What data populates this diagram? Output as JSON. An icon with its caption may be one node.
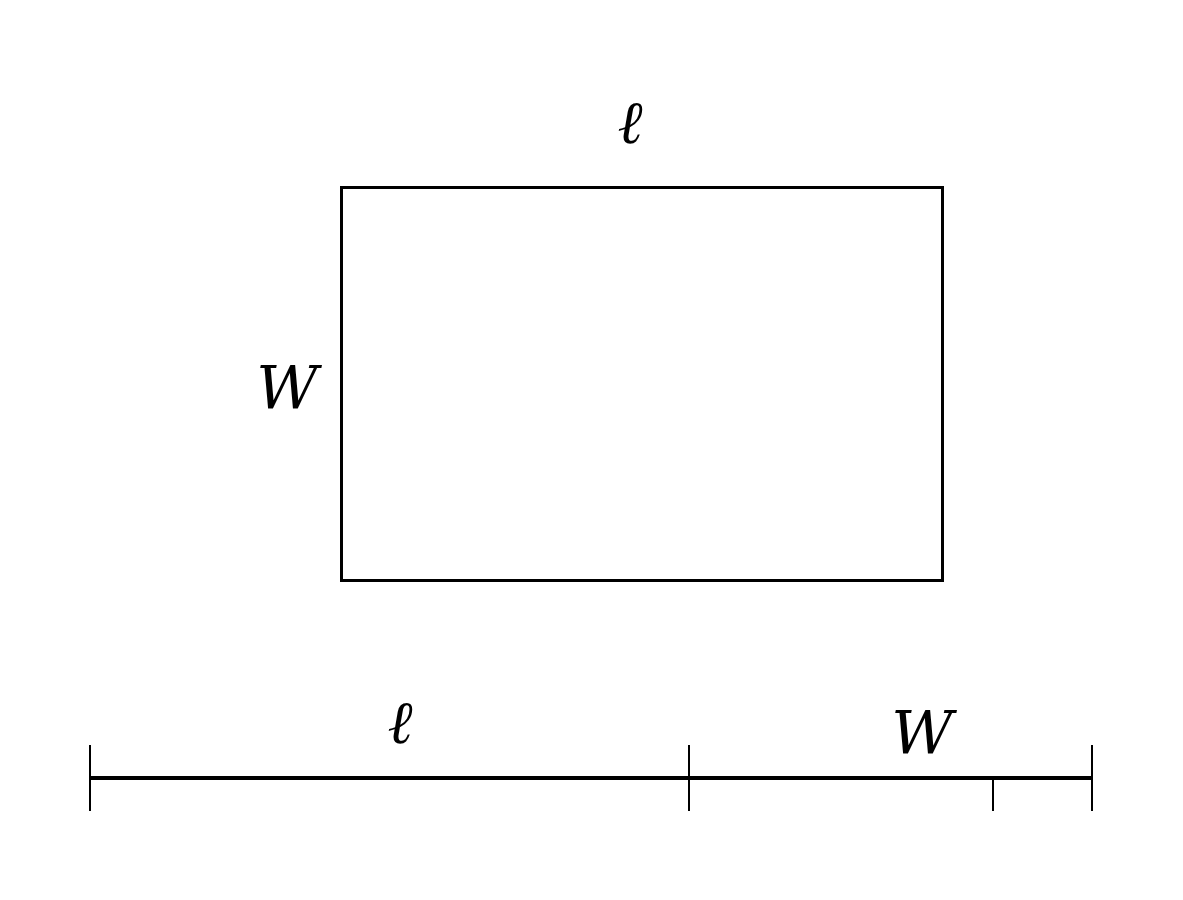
{
  "diagram": {
    "nodes": [
      {
        "text": [],
        "shape": "box",
        "beside": [
          "ℓ",
          "W"
        ]
      }
    ],
    "labels": [
      "ℓ",
      "W"
    ]
  }
}
